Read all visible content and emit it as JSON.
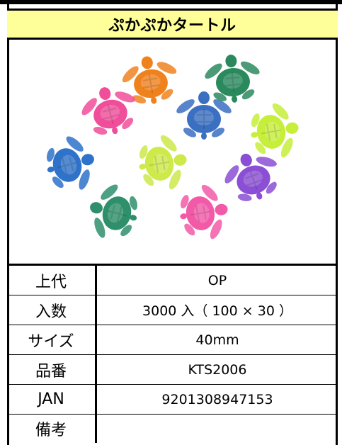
{
  "title": "ぷかぷかタートル",
  "image": {
    "subject": "turtle-toys",
    "turtle_colors": [
      "#f0821e",
      "#2a8a5e",
      "#f04d9a",
      "#3a6fc2",
      "#c6ee3a",
      "#cde94a",
      "#8a4fd4",
      "#2f72c9",
      "#2e8f6b",
      "#f25aa8"
    ]
  },
  "specs": [
    {
      "label": "上代",
      "value": "OP"
    },
    {
      "label": "入数",
      "value": "3000 入（ 100 × 30 ）"
    },
    {
      "label": "サイズ",
      "value": "40mm"
    },
    {
      "label": "品番",
      "value": "KTS2006"
    },
    {
      "label": "JAN",
      "value": "9201308947153"
    },
    {
      "label": "備考",
      "value": ""
    }
  ]
}
